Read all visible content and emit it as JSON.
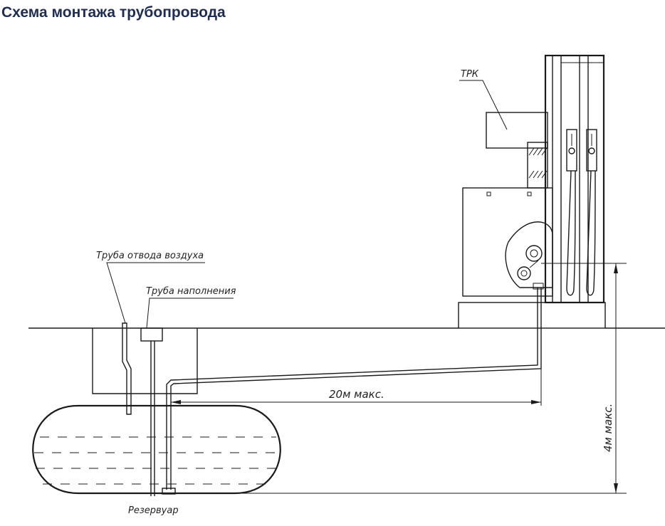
{
  "title": "Схема монтажа трубопровода",
  "labels": {
    "dispenser": "ТРК",
    "vent_pipe": "Труба отвода воздуха",
    "fill_pipe": "Труба наполнения",
    "tank": "Резервуар",
    "horizontal_distance": "20м макс.",
    "vertical_distance": "4м макс."
  }
}
